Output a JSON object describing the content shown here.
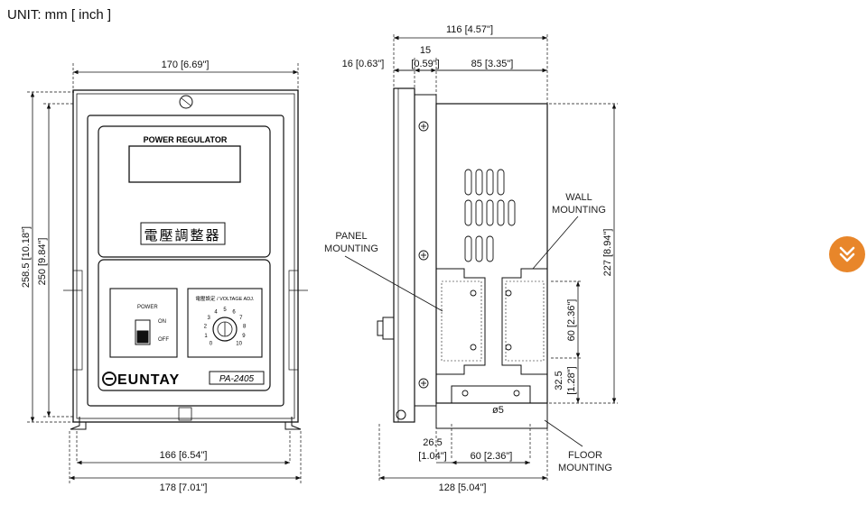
{
  "unit_label": "UNIT: mm [ inch ]",
  "front": {
    "width_top": "170 [6.69\"]",
    "height_outer": "258.5 [10.18\"]",
    "height_inner": "250 [9.84\"]",
    "width_bottom_inner": "166 [6.54\"]",
    "width_bottom_outer": "178 [7.01\"]",
    "title": "POWER REGULATOR",
    "jp_label": "電壓調整器",
    "power_label": "POWER",
    "on_label": "ON",
    "off_label": "OFF",
    "voltage_label": "電壓設定 / VOLTAGE ADJ.",
    "dial_numbers": [
      "0",
      "1",
      "2",
      "3",
      "4",
      "5",
      "6",
      "7",
      "8",
      "9",
      "10"
    ],
    "brand": "EUNTAY",
    "model": "PA-2405"
  },
  "side": {
    "total_width": "116 [4.57\"]",
    "seg1": "16 [0.63\"]",
    "seg2_a": "15",
    "seg2_b": "[0.59\"]",
    "seg3": "85 [3.35\"]",
    "height": "227 [8.94\"]",
    "mount_spacing": "60 [2.36\"]",
    "bottom_a": "32.5",
    "bottom_b": "[1.28\"]",
    "offset_a": "26.5",
    "offset_b": "[1.04\"]",
    "floor_spacing": "60 [2.36\"]",
    "depth": "128 [5.04\"]",
    "hole": "ø5",
    "wall_a": "WALL",
    "wall_b": "MOUNTING",
    "panel_a": "PANEL",
    "panel_b": "MOUNTING",
    "floor_a": "FLOOR",
    "floor_b": "MOUNTING"
  },
  "icons": {
    "scroll": "double-chevron-down-icon"
  },
  "colors": {
    "accent": "#e8862a"
  }
}
